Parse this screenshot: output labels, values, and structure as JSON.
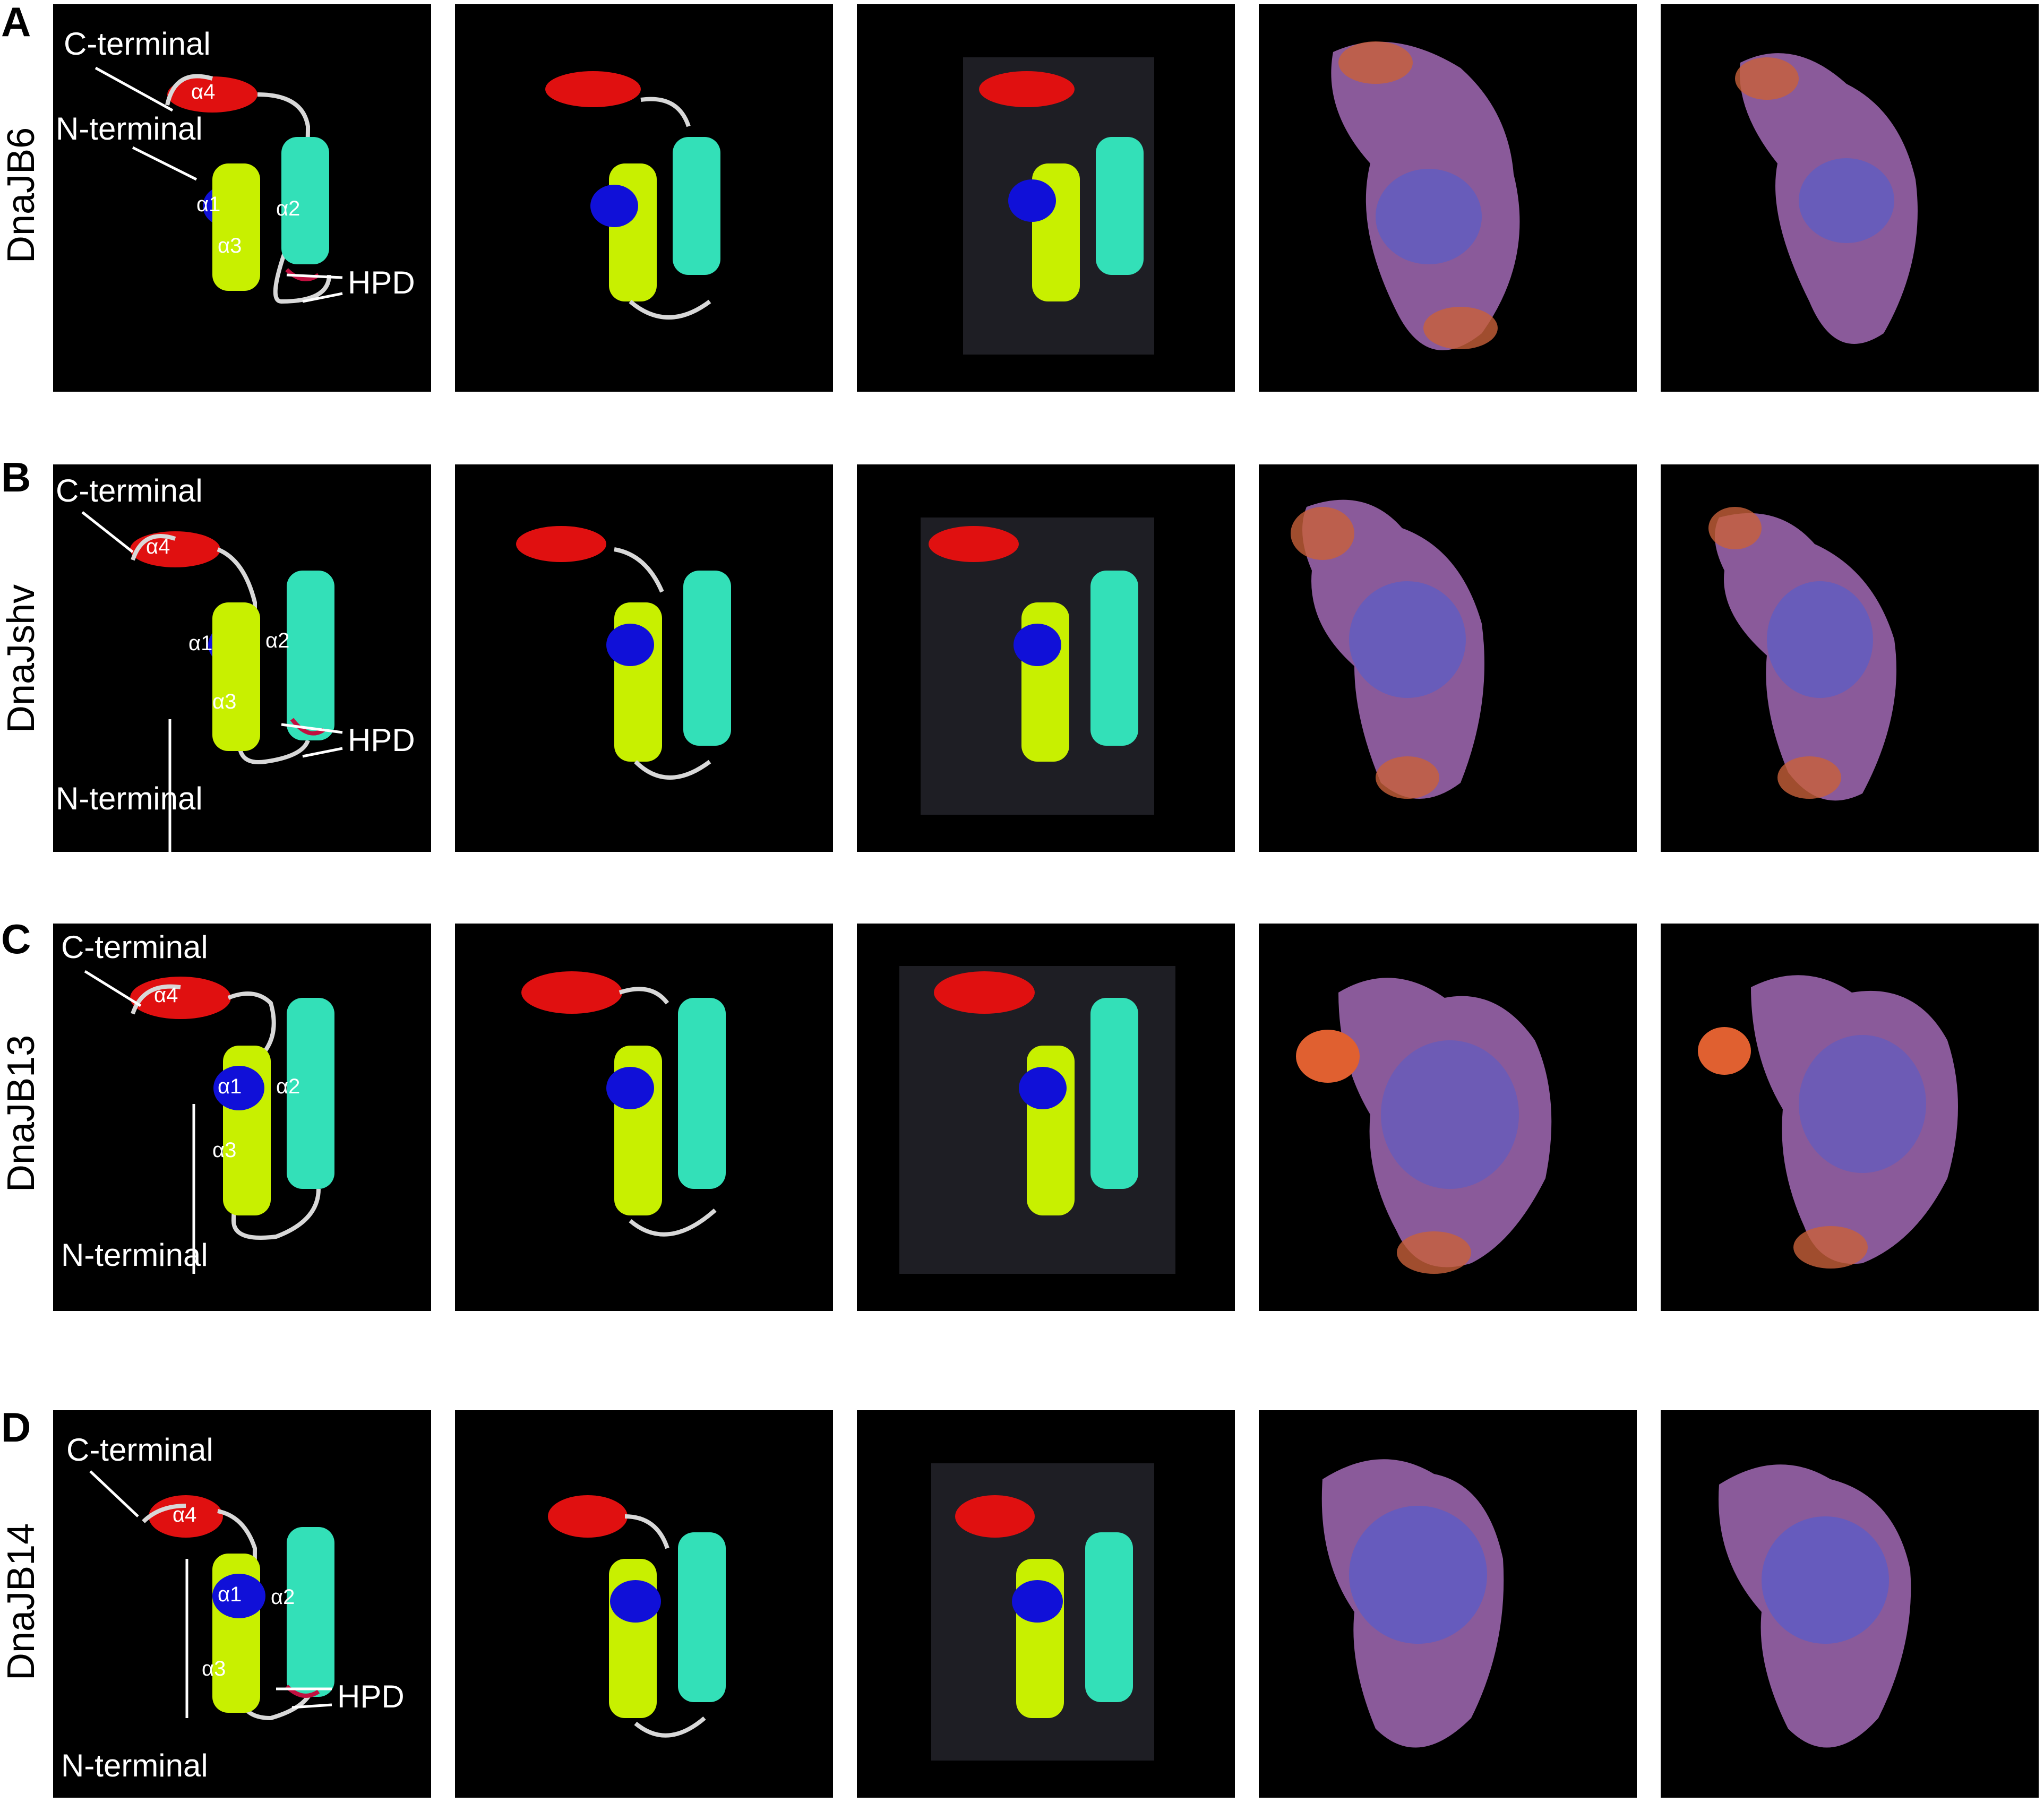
{
  "rows": [
    {
      "letter": "A",
      "protein": "DnaJB6",
      "labels": {
        "c_terminal": "C-terminal",
        "n_terminal": "N-terminal",
        "hpd": "HPD",
        "a1": "α1",
        "a2": "α2",
        "a3": "α3",
        "a4": "α4"
      }
    },
    {
      "letter": "B",
      "protein": "DnaJshv",
      "labels": {
        "c_terminal": "C-terminal",
        "n_terminal": "N-terminal",
        "hpd": "HPD",
        "a1": "α1",
        "a2": "α2",
        "a3": "α3",
        "a4": "α4"
      }
    },
    {
      "letter": "C",
      "protein": "DnaJB13",
      "labels": {
        "c_terminal": "C-terminal",
        "n_terminal": "N-terminal",
        "a1": "α1",
        "a2": "α2",
        "a3": "α3",
        "a4": "α4"
      }
    },
    {
      "letter": "D",
      "protein": "DnaJB14",
      "labels": {
        "c_terminal": "C-terminal",
        "n_terminal": "N-terminal",
        "hpd": "HPD",
        "a1": "α1",
        "a2": "α2",
        "a3": "α3",
        "a4": "α4"
      }
    }
  ],
  "colors": {
    "helix_a1": "#1010d8",
    "helix_a2": "#33e0b8",
    "helix_a3": "#c8f000",
    "helix_a4": "#e01010",
    "loop": "#d8d8d8",
    "hpd_loop": "#c01040",
    "surface_main": "#8a5a9a",
    "surface_blue": "#5a5cc8",
    "surface_orange": "#c8603a",
    "panel_bg": "#000000"
  }
}
